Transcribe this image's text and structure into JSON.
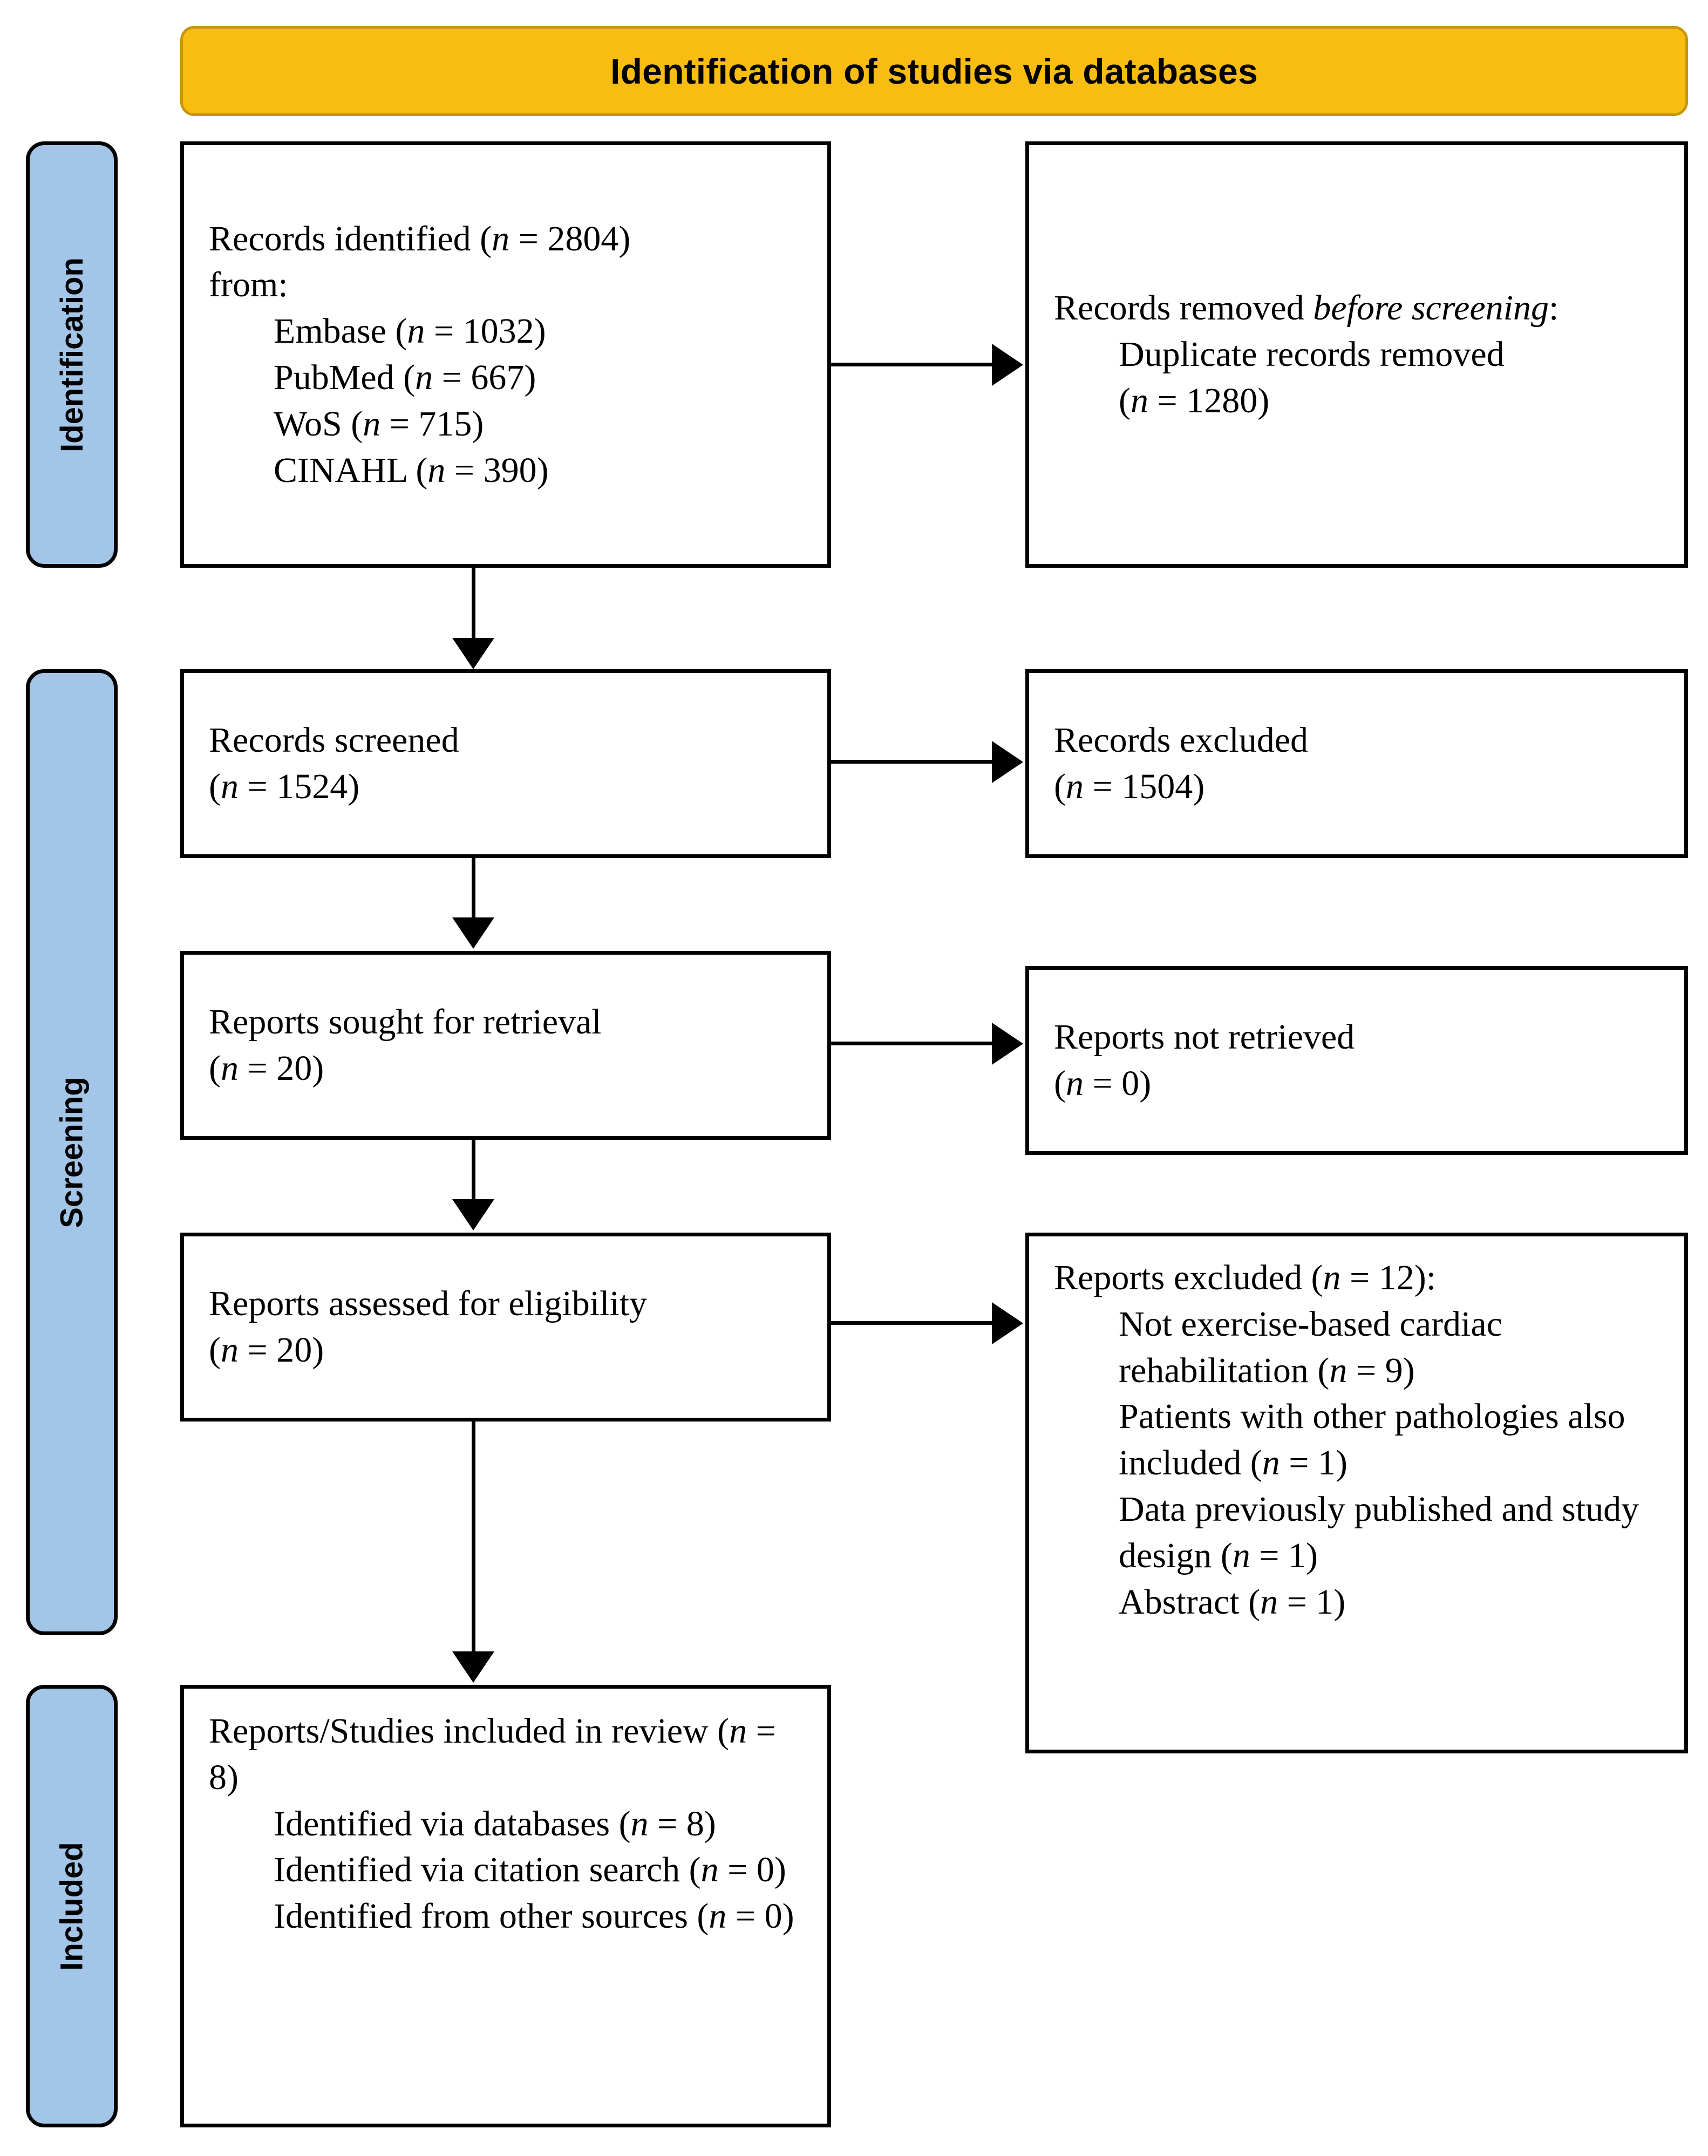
{
  "banner": {
    "title": "Identification of studies via databases"
  },
  "phases": {
    "identification": "Identification",
    "screening": "Screening",
    "included": "Included"
  },
  "boxes": {
    "identified": {
      "line1": "Records identified (n = 2804)",
      "line2": "from:",
      "sources": [
        "Embase (n = 1032)",
        "PubMed (n = 667)",
        "WoS (n = 715)",
        "CINAHL (n = 390)"
      ]
    },
    "removed": {
      "line1_a": "Records removed ",
      "line1_i": "before screening",
      "line1_b": ":",
      "line2": "Duplicate records removed",
      "line3": "(n = 1280)"
    },
    "screened": {
      "line1": "Records screened",
      "line2": "(n = 1524)"
    },
    "records_excluded": {
      "line1": "Records excluded",
      "line2": "(n = 1504)"
    },
    "sought": {
      "line1": "Reports sought for retrieval",
      "line2": "(n = 20)"
    },
    "not_retrieved": {
      "line1": "Reports not retrieved",
      "line2": "(n = 0)"
    },
    "assessed": {
      "line1": "Reports assessed for eligibility",
      "line2": "(n = 20)"
    },
    "reports_excluded": {
      "heading": "Reports excluded (n = 12):",
      "reasons": [
        "Not exercise-based cardiac rehabilitation (n = 9)",
        "Patients with other pathologies also included (n = 1)",
        "Data previously published and study design (n = 1)",
        "Abstract (n = 1)"
      ]
    },
    "included": {
      "line1": "Reports/Studies included in review (n = 8)",
      "sources": [
        "Identified via databases (n = 8)",
        "Identified via citation search (n = 0)",
        "Identified from other sources (n = 0)"
      ]
    }
  },
  "chart_data": {
    "type": "diagram",
    "title": "Identification of studies via databases",
    "diagram_kind": "PRISMA 2020 flow diagram",
    "phases": [
      "Identification",
      "Screening",
      "Included"
    ],
    "nodes": [
      {
        "id": "identified",
        "phase": "Identification",
        "label": "Records identified",
        "n": 2804,
        "breakdown": [
          {
            "source": "Embase",
            "n": 1032
          },
          {
            "source": "PubMed",
            "n": 667
          },
          {
            "source": "WoS",
            "n": 715
          },
          {
            "source": "CINAHL",
            "n": 390
          }
        ]
      },
      {
        "id": "removed",
        "phase": "Identification",
        "label": "Records removed before screening: Duplicate records removed",
        "n": 1280
      },
      {
        "id": "screened",
        "phase": "Screening",
        "label": "Records screened",
        "n": 1524
      },
      {
        "id": "records_excluded",
        "phase": "Screening",
        "label": "Records excluded",
        "n": 1504
      },
      {
        "id": "sought",
        "phase": "Screening",
        "label": "Reports sought for retrieval",
        "n": 20
      },
      {
        "id": "not_retrieved",
        "phase": "Screening",
        "label": "Reports not retrieved",
        "n": 0
      },
      {
        "id": "assessed",
        "phase": "Screening",
        "label": "Reports assessed for eligibility",
        "n": 20
      },
      {
        "id": "reports_excluded",
        "phase": "Screening",
        "label": "Reports excluded",
        "n": 12,
        "breakdown": [
          {
            "reason": "Not exercise-based cardiac rehabilitation",
            "n": 9
          },
          {
            "reason": "Patients with other pathologies also included",
            "n": 1
          },
          {
            "reason": "Data previously published and study design",
            "n": 1
          },
          {
            "reason": "Abstract",
            "n": 1
          }
        ]
      },
      {
        "id": "included",
        "phase": "Included",
        "label": "Reports/Studies included in review",
        "n": 8,
        "breakdown": [
          {
            "source": "Identified via databases",
            "n": 8
          },
          {
            "source": "Identified via citation search",
            "n": 0
          },
          {
            "source": "Identified from other sources",
            "n": 0
          }
        ]
      }
    ],
    "edges": [
      {
        "from": "identified",
        "to": "removed",
        "direction": "right"
      },
      {
        "from": "identified",
        "to": "screened",
        "direction": "down"
      },
      {
        "from": "screened",
        "to": "records_excluded",
        "direction": "right"
      },
      {
        "from": "screened",
        "to": "sought",
        "direction": "down"
      },
      {
        "from": "sought",
        "to": "not_retrieved",
        "direction": "right"
      },
      {
        "from": "sought",
        "to": "assessed",
        "direction": "down"
      },
      {
        "from": "assessed",
        "to": "reports_excluded",
        "direction": "right"
      },
      {
        "from": "assessed",
        "to": "included",
        "direction": "down"
      }
    ],
    "colors": {
      "banner": "#F9BC10",
      "banner_border": "#C8960C",
      "phase_bar": "#A3C5E8",
      "box_border": "#000000"
    }
  }
}
